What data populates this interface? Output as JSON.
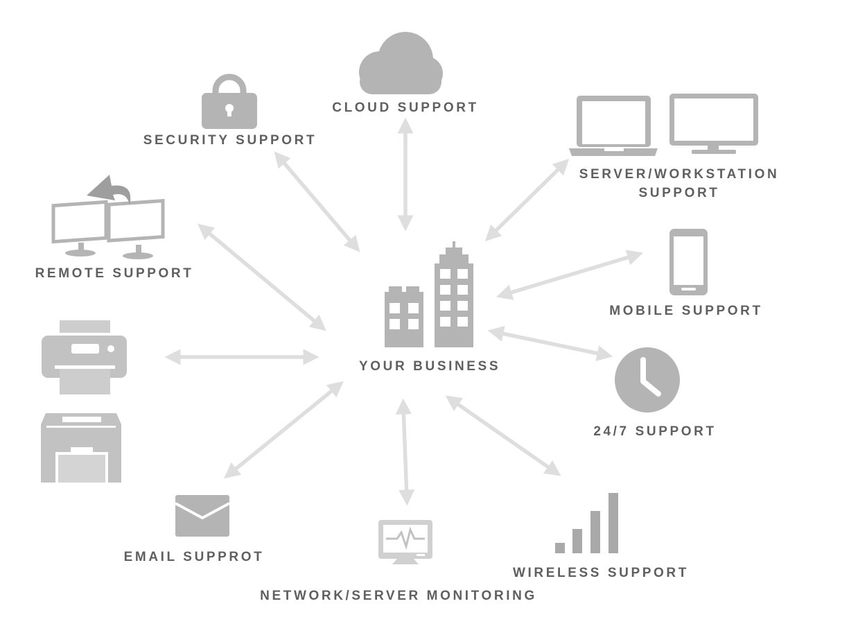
{
  "center": {
    "label": "YOUR BUSINESS",
    "icon": "office-buildings-icon"
  },
  "services": {
    "cloud": {
      "label": "CLOUD SUPPORT",
      "icon": "cloud-icon"
    },
    "security": {
      "label": "SECURITY SUPPORT",
      "icon": "padlock-icon"
    },
    "server_workstation": {
      "label_line1": "SERVER/WORKSTATION",
      "label_line2": "SUPPORT",
      "icons": [
        "laptop-icon",
        "desktop-monitor-icon"
      ]
    },
    "remote": {
      "label": "REMOTE SUPPORT",
      "icon": "remote-monitors-icon"
    },
    "mobile": {
      "label": "MOBILE SUPPORT",
      "icon": "smartphone-icon"
    },
    "printers": {
      "icons": [
        "printer-icon",
        "laser-printer-icon"
      ]
    },
    "always_on": {
      "label": "24/7 SUPPORT",
      "icon": "clock-icon"
    },
    "email": {
      "label": "EMAIL SUPPROT",
      "icon": "envelope-icon"
    },
    "monitoring": {
      "label": "NETWORK/SERVER MONITORING",
      "icon": "heartbeat-monitor-icon"
    },
    "wireless": {
      "label": "WIRELESS SUPPORT",
      "icon": "signal-bars-icon"
    }
  },
  "colors": {
    "arrow": "#dedede",
    "icon": "#b4b4b4",
    "icon_light": "#cdcdcd",
    "text": "#5f5f5f"
  }
}
